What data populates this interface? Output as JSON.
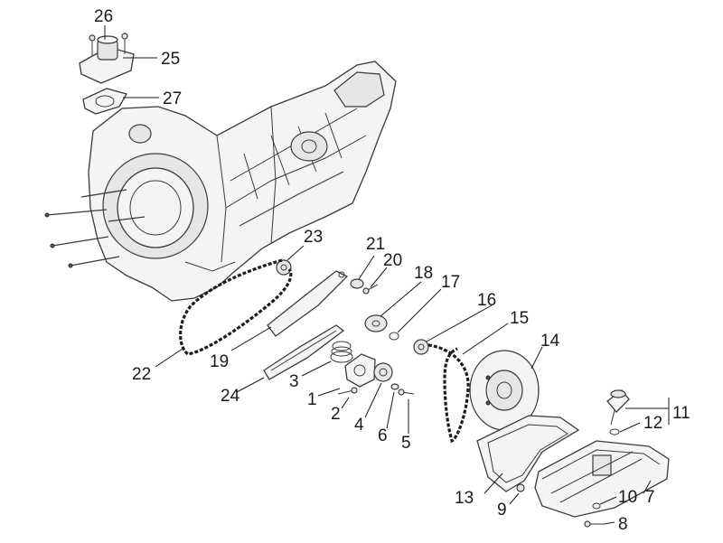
{
  "callouts": {
    "c26": "26",
    "c25": "25",
    "c27": "27",
    "c23": "23",
    "c21": "21",
    "c20": "20",
    "c18": "18",
    "c17": "17",
    "c16": "16",
    "c15": "15",
    "c14": "14",
    "c22": "22",
    "c19": "19",
    "c3": "3",
    "c24": "24",
    "c1": "1",
    "c2": "2",
    "c4": "4",
    "c6": "6",
    "c5": "5",
    "c11": "11",
    "c12": "12",
    "c13": "13",
    "c9": "9",
    "c10": "10",
    "c7": "7",
    "c8": "8"
  },
  "colors": {
    "line": "#1a1a1a",
    "part_fill": "#f4f4f4",
    "shade": "#e6e6e6"
  }
}
